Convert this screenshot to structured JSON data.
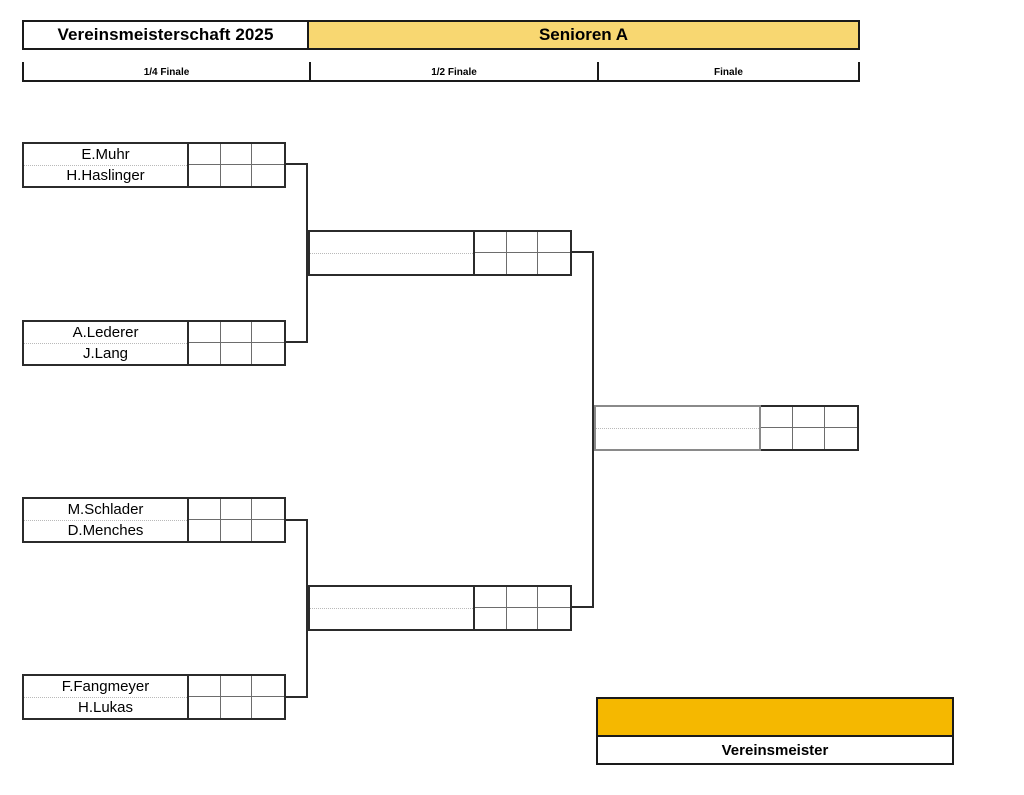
{
  "header": {
    "event_title": "Vereinsmeisterschaft 2025",
    "category_title": "Senioren A",
    "category_bg": "#f8d771"
  },
  "rounds": [
    {
      "label": "1/4 Finale"
    },
    {
      "label": "1/2 Finale"
    },
    {
      "label": "Finale"
    }
  ],
  "bracket": {
    "quarterfinals": [
      {
        "top": "E.Muhr",
        "bottom": "H.Haslinger",
        "scores_top": [
          "",
          "",
          ""
        ],
        "scores_bottom": [
          "",
          "",
          ""
        ]
      },
      {
        "top": "A.Lederer",
        "bottom": "J.Lang",
        "scores_top": [
          "",
          "",
          ""
        ],
        "scores_bottom": [
          "",
          "",
          ""
        ]
      },
      {
        "top": "M.Schlader",
        "bottom": "D.Menches",
        "scores_top": [
          "",
          "",
          ""
        ],
        "scores_bottom": [
          "",
          "",
          ""
        ]
      },
      {
        "top": "F.Fangmeyer",
        "bottom": "H.Lukas",
        "scores_top": [
          "",
          "",
          ""
        ],
        "scores_bottom": [
          "",
          "",
          ""
        ]
      }
    ],
    "semifinals": [
      {
        "top": "",
        "bottom": "",
        "scores_top": [
          "",
          "",
          ""
        ],
        "scores_bottom": [
          "",
          "",
          ""
        ]
      },
      {
        "top": "",
        "bottom": "",
        "scores_top": [
          "",
          "",
          ""
        ],
        "scores_bottom": [
          "",
          "",
          ""
        ]
      }
    ],
    "final": [
      {
        "top": "",
        "bottom": "",
        "scores_top": [
          "",
          "",
          ""
        ],
        "scores_bottom": [
          "",
          "",
          ""
        ]
      }
    ]
  },
  "champion": {
    "name": "",
    "caption": "Vereinsmeister",
    "bg": "#f5b800"
  }
}
